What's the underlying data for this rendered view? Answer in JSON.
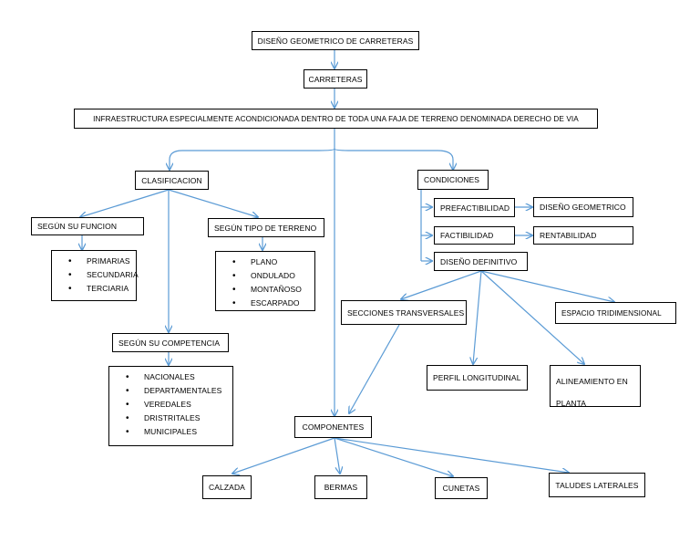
{
  "nodes": {
    "diseno_geometrico_carreteras": "DISEÑO GEOMETRICO DE CARRETERAS",
    "carreteras": "CARRETERAS",
    "infraestructura": "INFRAESTRUCTURA ESPECIALMENTE ACONDICIONADA DENTRO DE TODA UNA FAJA DE TERRENO DENOMINADA DERECHO DE VIA",
    "clasificacion": "CLASIFICACION",
    "segun_funcion": "SEGÚN SU FUNCION",
    "segun_funcion_items": [
      "PRIMARIAS",
      "SECUNDARIA",
      "TERCIARIA"
    ],
    "segun_terreno": "SEGÚN TIPO DE TERRENO",
    "segun_terreno_items": [
      "PLANO",
      "ONDULADO",
      "MONTAÑOSO",
      "ESCARPADO"
    ],
    "segun_competencia": "SEGÚN SU COMPETENCIA",
    "segun_competencia_items": [
      "NACIONALES",
      "DEPARTAMENTALES",
      "VEREDALES",
      "DRISTRITALES",
      "MUNICIPALES"
    ],
    "condiciones": "CONDICIONES",
    "prefactibilidad": "PREFACTIBILIDAD",
    "diseno_geometrico": "DISEÑO GEOMETRICO",
    "factibilidad": "FACTIBILIDAD",
    "rentabilidad": "RENTABILIDAD",
    "diseno_definitivo": "DISEÑO DEFINITIVO",
    "secciones_transversales": "SECCIONES TRANSVERSALES",
    "espacio_tridimensional": "ESPACIO TRIDIMENSIONAL",
    "perfil_longitudinal": "PERFIL LONGITUDINAL",
    "alineamiento_planta": "ALINEAMIENTO EN PLANTA",
    "componentes": "COMPONENTES",
    "calzada": "CALZADA",
    "bermas": "BERMAS",
    "cunetas": "CUNETAS",
    "taludes_laterales": "TALUDES LATERALES"
  },
  "colors": {
    "connector": "#5b9bd5",
    "border": "#000000",
    "text": "#000000"
  }
}
